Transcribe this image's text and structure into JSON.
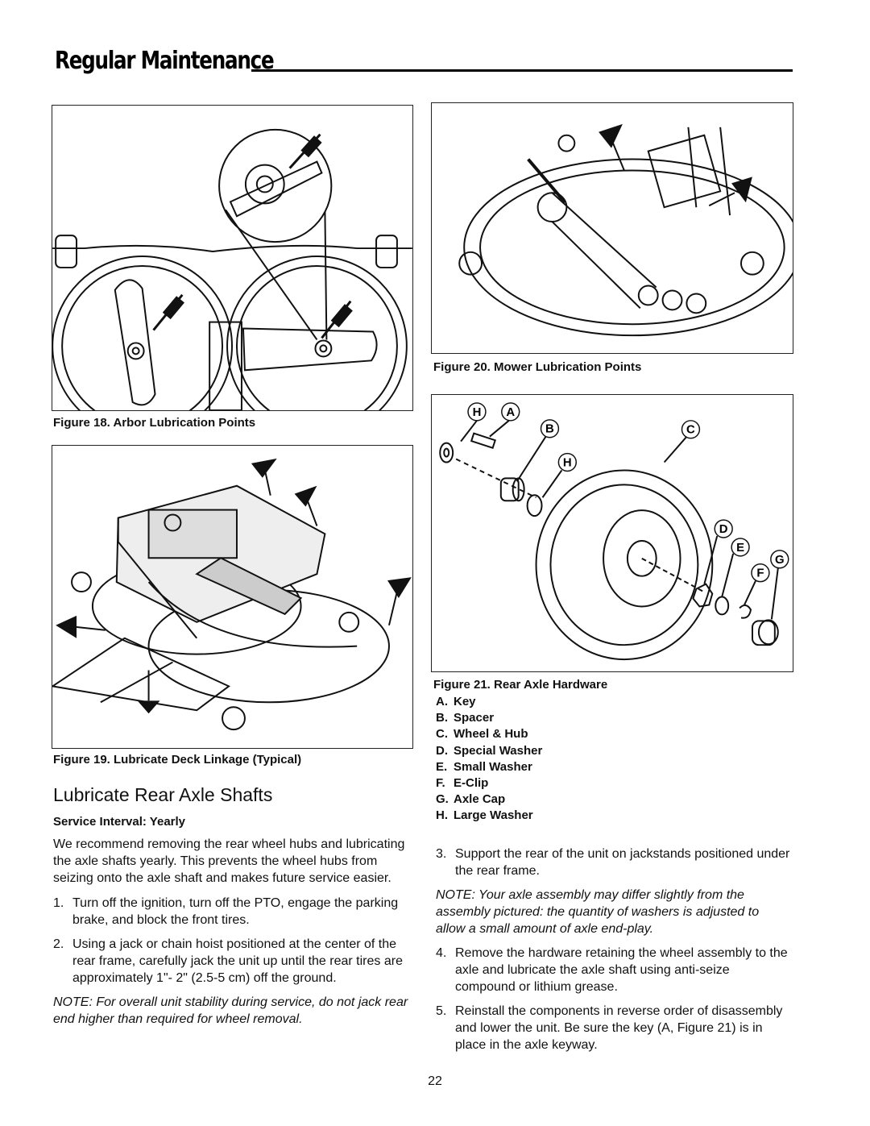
{
  "header": {
    "title": "Regular Maintenance"
  },
  "figures": {
    "fig18": {
      "caption": "Figure 18. Arbor Lubrication Points"
    },
    "fig19": {
      "caption": "Figure 19. Lubricate Deck Linkage (Typical)"
    },
    "fig20": {
      "caption": "Figure 20.  Mower Lubrication Points"
    },
    "fig21": {
      "caption": "Figure 21.  Rear Axle Hardware",
      "callouts": [
        "H",
        "A",
        "B",
        "C",
        "H",
        "D",
        "E",
        "G",
        "F"
      ],
      "legend": [
        {
          "letter": "A.",
          "text": "Key"
        },
        {
          "letter": "B.",
          "text": "Spacer"
        },
        {
          "letter": "C.",
          "text": "Wheel & Hub"
        },
        {
          "letter": "D.",
          "text": "Special Washer"
        },
        {
          "letter": "E.",
          "text": "Small Washer"
        },
        {
          "letter": "F.",
          "text": "E-Clip"
        },
        {
          "letter": "G.",
          "text": "Axle Cap"
        },
        {
          "letter": "H.",
          "text": "Large Washer"
        }
      ]
    }
  },
  "section": {
    "title": "Lubricate Rear Axle Shafts",
    "interval": "Service Interval: Yearly",
    "intro": "We recommend removing the rear wheel hubs and lubricating the axle shafts yearly.  This prevents the wheel hubs from seizing onto the axle shaft and makes future service easier.",
    "steps_left": [
      {
        "num": "1.",
        "text": "Turn off the ignition, turn off the PTO, engage the parking brake, and block the front tires."
      },
      {
        "num": "2.",
        "text": "Using a jack or chain hoist positioned at the center of the rear frame, carefully jack the unit up until the rear tires are approximately 1\"- 2\" (2.5-5 cm) off the ground."
      }
    ],
    "note_left": "NOTE:  For overall unit stability during service, do not jack rear end higher than required for wheel removal.",
    "step3": {
      "num": "3.",
      "text": "Support the rear of the unit on jackstands positioned under the rear frame."
    },
    "note_right": "NOTE: Your axle assembly may differ slightly from the assembly pictured: the quantity of washers is adjusted to allow a small amount of axle end-play.",
    "steps_right": [
      {
        "num": "4.",
        "text": "Remove the hardware retaining the wheel assembly to the axle and lubricate the axle shaft using anti-seize compound or lithium grease."
      },
      {
        "num": "5.",
        "text": "Reinstall the components in reverse order of disassembly and lower the unit.  Be sure the key (A, Figure 21) is in place in the axle keyway."
      }
    ]
  },
  "page_number": "22"
}
